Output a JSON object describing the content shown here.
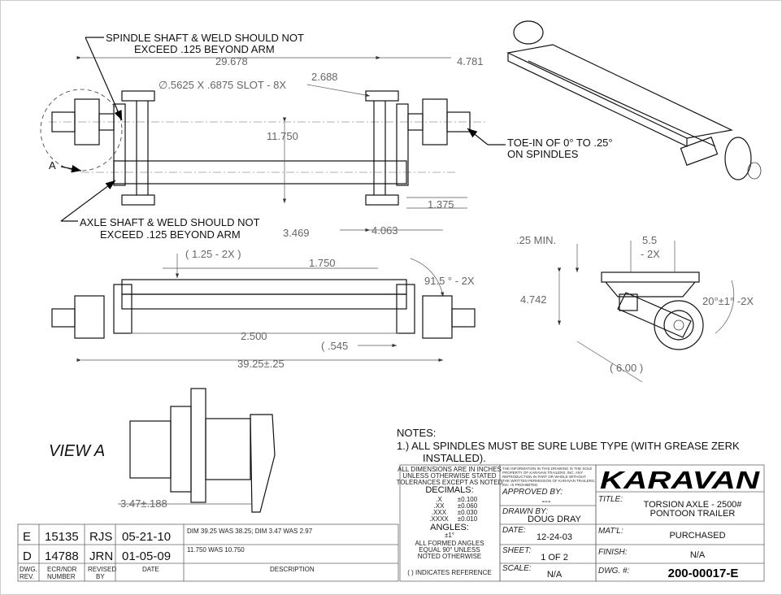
{
  "notes_callouts": {
    "spindle_weld_1": "SPINDLE SHAFT & WELD SHOULD NOT",
    "spindle_weld_2": "EXCEED .125 BEYOND ARM",
    "axle_weld_1": "AXLE SHAFT & WELD SHOULD NOT",
    "axle_weld_2": "EXCEED .125 BEYOND ARM",
    "toe_in_1": "TOE-IN OF 0° TO .25°",
    "toe_in_2": "ON SPINDLES",
    "view_a_marker": "A",
    "view_a_label": "VIEW A"
  },
  "dimensions": {
    "d29678": "29.678",
    "d4781": "4.781",
    "slot": "∅.5625 X .6875 SLOT - 8X",
    "d2688": "2.688",
    "d11750": "11.750",
    "d1375": "1.375",
    "d3469": "3.469",
    "d4063": "4.063",
    "d125_2x": "( 1.25 - 2X )",
    "d1750": "1.750",
    "d915": "91.5 ° - 2X",
    "d2500": "2.500",
    "d545": "( .545",
    "d3925": "39.25±.25",
    "d25min": ".25 MIN.",
    "d55": "5.5",
    "d55_2x": "- 2X",
    "d4742": "4.742",
    "d20deg": "20°±1° -2X",
    "d600": "( 6.00 )",
    "d347": "3.47±.188"
  },
  "notes": {
    "heading": "NOTES:",
    "line1": "1.) ALL SPINDLES MUST BE SURE LUBE TYPE (WITH GREASE ZERK",
    "line2": "INSTALLED)."
  },
  "revisions": {
    "rows": [
      {
        "rev": "E",
        "ecr": "15135",
        "by": "RJS",
        "date": "05-21-10",
        "desc": "DIM 39.25 WAS 38.25; DIM 3.47 WAS 2.97"
      },
      {
        "rev": "D",
        "ecr": "14788",
        "by": "JRN",
        "date": "01-05-09",
        "desc": "11.750 WAS 10.750"
      }
    ],
    "headers": {
      "rev1": "DWG.",
      "rev2": "REV.",
      "ecr1": "ECR/NDR",
      "ecr2": "NUMBER",
      "by1": "REVISED",
      "by2": "BY",
      "date": "DATE",
      "desc": "DESCRIPTION"
    }
  },
  "tolerances": {
    "l1": "ALL DIMENSIONS ARE IN INCHES",
    "l2": "UNLESS OTHERWISE STATED",
    "l3": "TOLERANCES EXCEPT AS NOTED",
    "decimals": "DECIMALS:",
    "rows": [
      {
        "k": ".X",
        "v": "±0.100"
      },
      {
        "k": ".XX",
        "v": "±0.060"
      },
      {
        "k": ".XXX",
        "v": "±0.030"
      },
      {
        "k": ".XXXX",
        "v": "±0.010"
      }
    ],
    "angles": "ANGLES:",
    "angle_tol": "±1°",
    "formed1": "ALL FORMED ANGLES",
    "formed2": "EQUAL 90° UNLESS",
    "formed3": "NOTED OTHERWISE",
    "reference": "( ) INDICATES REFERENCE"
  },
  "title_block": {
    "proprietary1": "THE INFORMATION IN THIS DRAWING IS THE SOLE",
    "proprietary2": "PROPERTY OF KARAVAN TRAILERS, INC. ANY",
    "proprietary3": "REPRODUCTION IN PART OR WHOLE WITHOUT",
    "proprietary4": "THE WRITTEN PERMISSION OF KARAVAN TRAILERS,",
    "proprietary5": "INC. IS PROHIBITED",
    "approved_label": "APPROVED BY:",
    "approved_value": "---",
    "drawn_label": "DRAWN BY:",
    "drawn_value": "DOUG DRAY",
    "date_label": "DATE:",
    "date_value": "12-24-03",
    "sheet_label": "SHEET:",
    "sheet_value": "1 OF 2",
    "scale_label": "SCALE:",
    "scale_value": "N/A",
    "logo": "KARAVAN",
    "title_label": "TITLE:",
    "title_line1": "TORSION AXLE - 2500#",
    "title_line2": "PONTOON TRAILER",
    "matl_label": "MAT'L:",
    "matl_value": "PURCHASED",
    "finish_label": "FINISH:",
    "finish_value": "N/A",
    "dwg_label": "DWG. #:",
    "dwg_value": "200-00017-E"
  }
}
